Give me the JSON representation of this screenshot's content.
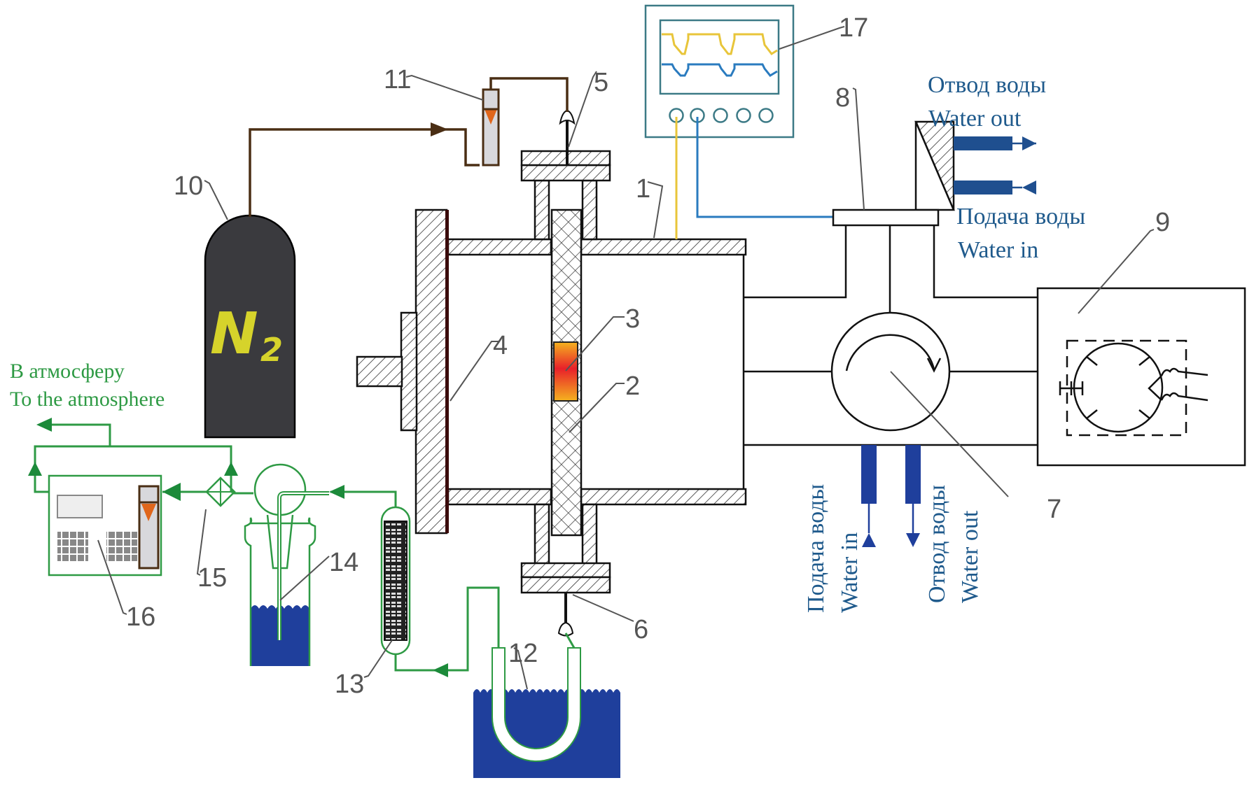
{
  "diagram": {
    "title": "Experimental setup schematic",
    "labels": {
      "n1": "1",
      "n2": "2",
      "n3": "3",
      "n4": "4",
      "n5": "5",
      "n6": "6",
      "n7": "7",
      "n8": "8",
      "n9": "9",
      "n10": "10",
      "n11": "11",
      "n12": "12",
      "n13": "13",
      "n14": "14",
      "n15": "15",
      "n16": "16",
      "n17": "17"
    },
    "gas_cylinder": {
      "label_main": "N",
      "label_sub": "2"
    },
    "water_top": {
      "out_ru": "Отвод воды",
      "out_en": "Water out",
      "in_ru": "Подача воды",
      "in_en": "Water in"
    },
    "water_bottom": {
      "in_ru": "Подача воды",
      "in_en": "Water in",
      "out_ru": "Отвод воды",
      "out_en": "Water out"
    },
    "exhaust": {
      "ru": "В атмосферу",
      "en": "To the atmosphere"
    },
    "colors": {
      "gas_line": "#4a2e14",
      "exhaust_line": "#2e9a44",
      "water": "#1f3f9c",
      "water_text": "#1f5a8c",
      "scope_yellow": "#e8c53a",
      "scope_blue": "#2a7bbf",
      "scope_frame": "#3c7a86",
      "cylinder": "#3a3a3e",
      "cylinder_text": "#d6d32b",
      "float": "#e0661b",
      "sample_hot": "#e8202a",
      "sample_warm": "#f5b31f"
    }
  }
}
